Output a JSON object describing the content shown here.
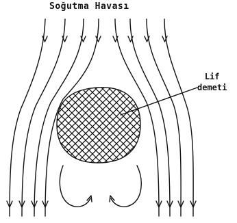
{
  "title": "Soğutma Havası",
  "fiber_label": {
    "line1": "Lif",
    "line2": "demeti"
  },
  "colors": {
    "ink": "#111111",
    "background": "#ffffff"
  }
}
